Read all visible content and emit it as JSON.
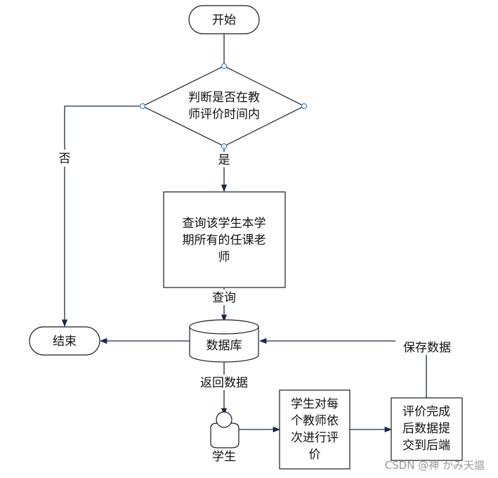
{
  "nodes": {
    "start": "开始",
    "decision": [
      "判断是否在教",
      "师评价时间内"
    ],
    "query_box": [
      "查询该学生本学",
      "期所有的任课老",
      "师"
    ],
    "database": "数据库",
    "end": "结束",
    "student": "学生",
    "evaluate": [
      "学生对每",
      "个教师依",
      "次进行评",
      "价"
    ],
    "submit": [
      "评价完成",
      "后数据提",
      "交到后端"
    ]
  },
  "edge_labels": {
    "no": "否",
    "yes": "是",
    "query": "查询",
    "return_data": "返回数据",
    "save_data": "保存数据"
  },
  "watermark": "CSDN @神 かみ天謳",
  "colors": {
    "line": "#1a2a4a",
    "handle": "#3a86c8"
  }
}
